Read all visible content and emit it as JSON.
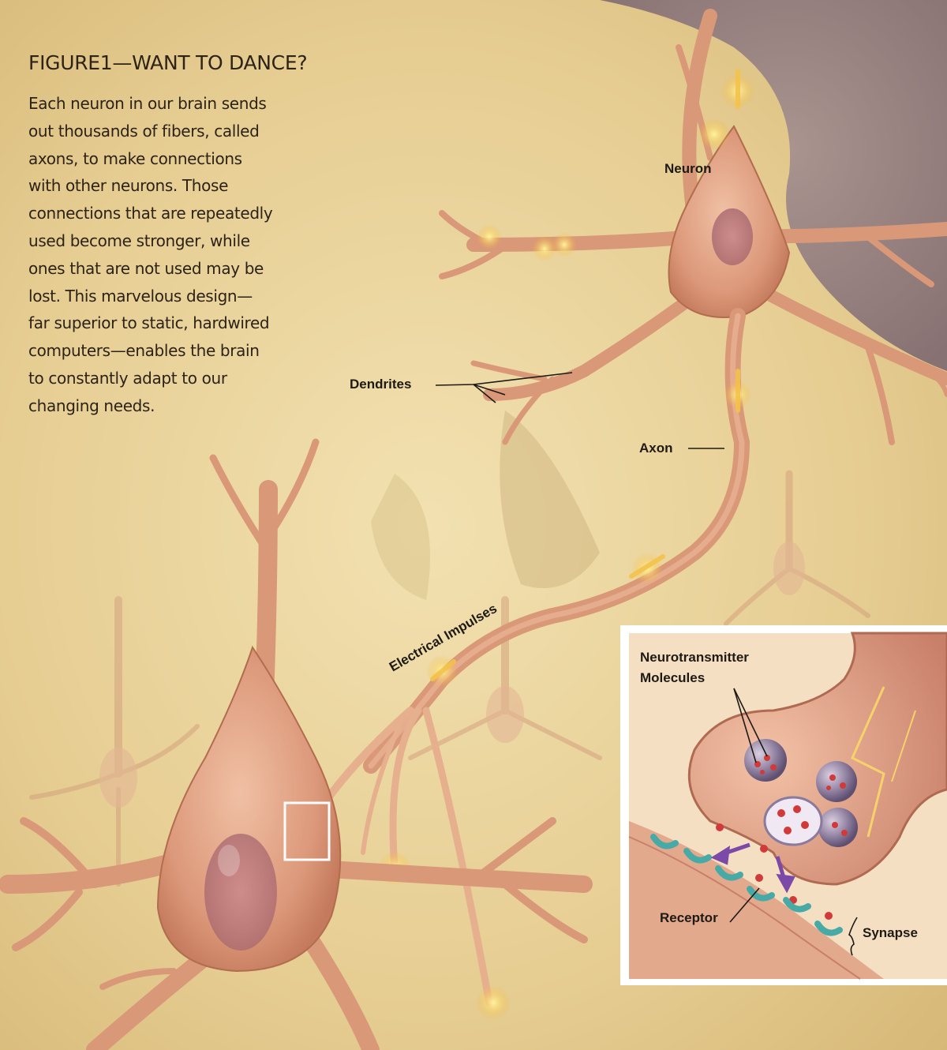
{
  "figure": {
    "title": "FIGURE1—WANT TO DANCE?",
    "body_lines": [
      "Each neuron in our brain sends",
      "out thousands of fibers, called",
      "axons, to make connections",
      "with other neurons. Those",
      "connections that are repeatedly",
      "used become stronger, while",
      "ones that are not used may be",
      "lost. This marvelous design—",
      "far superior to static, hardwired",
      "computers—enables the brain",
      "to constantly adapt to our",
      "changing needs."
    ]
  },
  "labels": {
    "neuron": "Neuron",
    "dendrites": "Dendrites",
    "axon": "Axon",
    "electrical_impulses": "Electrical Impulses",
    "neurotransmitter_line1": "Neurotransmitter",
    "neurotransmitter_line2": "Molecules",
    "receptor": "Receptor",
    "synapse": "Synapse"
  },
  "colors": {
    "background": "#e9d39b",
    "neuron_body": "#dd9c7c",
    "neuron_edge": "#a9583c",
    "impulse": "#f6c441",
    "receptor": "#48aaa6",
    "molecule": "#d23a3a",
    "vesicle": "#7c6a8e"
  }
}
